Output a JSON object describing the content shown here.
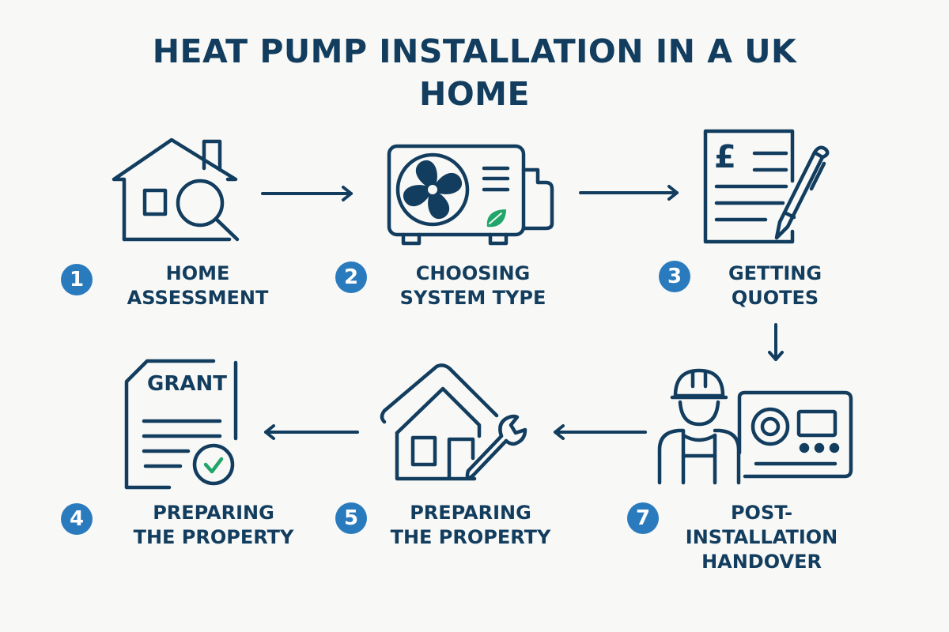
{
  "title": {
    "line1": "HEAT PUMP INSTALLATION IN A UK",
    "line2": "HOME"
  },
  "colors": {
    "primary": "#123d5e",
    "badge": "#2a7bbd",
    "accent_green": "#22a56a",
    "background": "#f8f8f6"
  },
  "steps": [
    {
      "number": "1",
      "line1": "HOME",
      "line2": "ASSESSMENT",
      "icon": "house-magnifier-icon"
    },
    {
      "number": "2",
      "line1": "CHOOSING",
      "line2": "SYSTEM TYPE",
      "icon": "heat-pump-unit-icon"
    },
    {
      "number": "3",
      "line1": "GETTING",
      "line2": "QUOTES",
      "icon": "quote-document-pen-icon"
    },
    {
      "number": "4",
      "line1": "PREPARING",
      "line2": "THE PROPERTY",
      "icon": "grant-document-icon",
      "icon_text": "GRANT"
    },
    {
      "number": "5",
      "line1": "PREPARING",
      "line2": "THE PROPERTY",
      "icon": "house-wrench-icon"
    },
    {
      "number": "7",
      "line1": "POST-",
      "line2": "INSTALLATION",
      "line3": "HANDOVER",
      "icon": "engineer-controller-icon"
    }
  ],
  "currency_symbol": "£"
}
